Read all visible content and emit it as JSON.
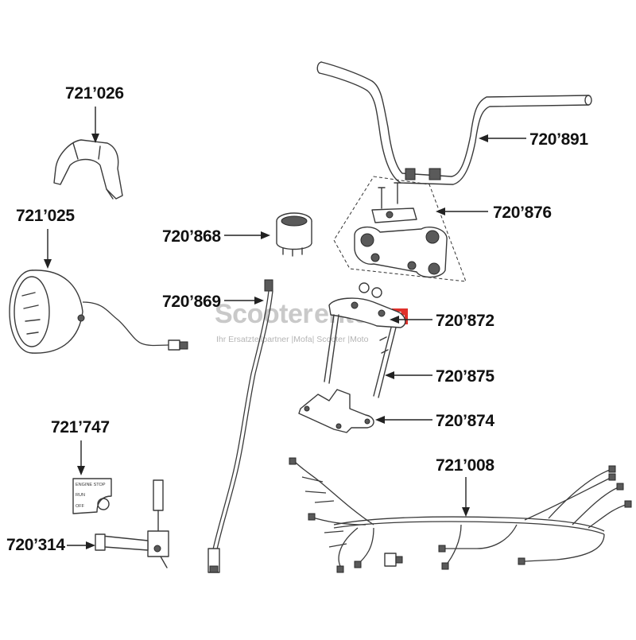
{
  "watermark": {
    "brand": "Scooter",
    "brand_tail": "enter",
    "tagline": "Ihr Ersatzteilpartner |Mofa| Scooter |Moto"
  },
  "parts": {
    "p721026": "721’026",
    "p721025": "721’025",
    "p720868": "720’868",
    "p720869": "720’869",
    "p721747": "721’747",
    "p720314": "720’314",
    "p720891": "720’891",
    "p720876": "720’876",
    "p720872": "720’872",
    "p720875": "720’875",
    "p720874": "720’874",
    "p721008": "721’008"
  },
  "switch_labels": {
    "top": "ENGINE STOP",
    "run": "RUN",
    "off": "OFF"
  },
  "colors": {
    "watermark_flag": "#e0312b"
  }
}
